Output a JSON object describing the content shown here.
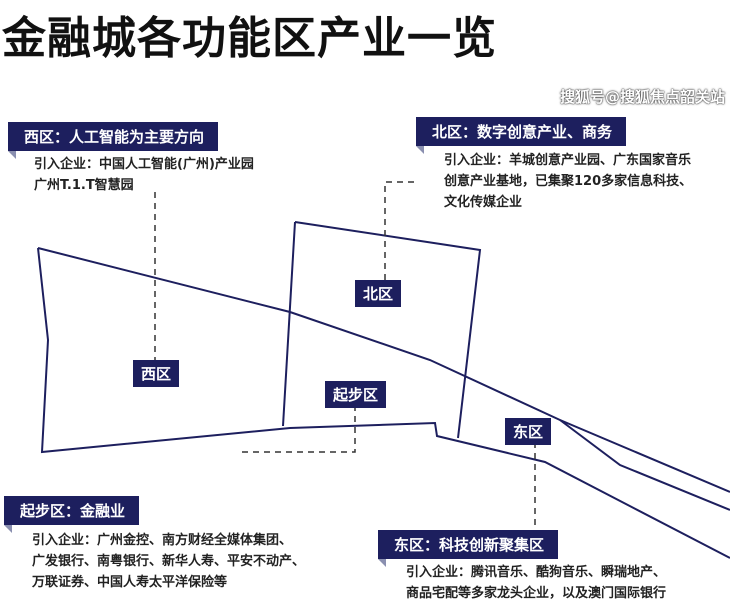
{
  "title": "金融城各功能区产业一览",
  "zones": {
    "west": {
      "header": "西区：人工智能为主要方向",
      "lines": [
        "引入企业：中国人工智能(广州)产业园",
        "广州T.1.T智慧园"
      ],
      "tag": "西区"
    },
    "north": {
      "header": "北区：数字创意产业、商务",
      "lines": [
        "引入企业：羊城创意产业园、广东国家音乐",
        "创意产业基地，已集聚120多家信息科技、",
        "文化传媒企业"
      ],
      "tag": "北区"
    },
    "start": {
      "header": "起步区：金融业",
      "lines": [
        "引入企业：广州金控、南方财经全媒体集团、",
        "广发银行、南粤银行、新华人寿、平安不动产、",
        "万联证券、中国人寿太平洋保险等"
      ],
      "tag": "起步区"
    },
    "east": {
      "header": "东区：科技创新聚集区",
      "lines": [
        "引入企业：腾讯音乐、酷狗音乐、瞬瑞地产、",
        "商品宅配等多家龙头企业，以及澳门国际银行"
      ],
      "tag": "东区"
    }
  },
  "watermark": "搜狐号@搜狐焦点韶关站",
  "colors": {
    "navy": "#1d1f5e"
  }
}
